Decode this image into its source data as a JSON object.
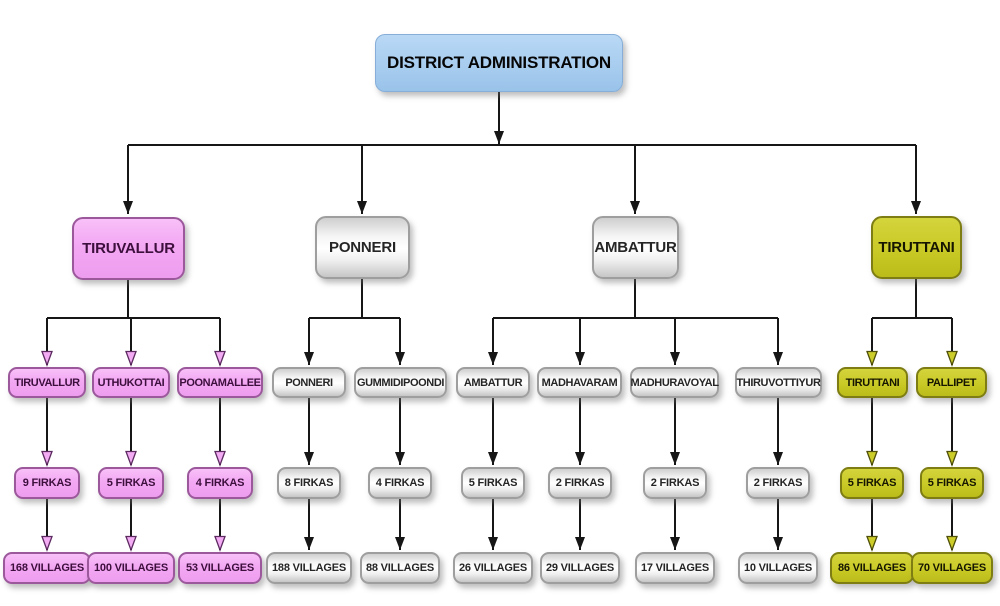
{
  "root": {
    "label": "DISTRICT ADMINISTRATION"
  },
  "colors": {
    "root_fill": "#a8cdef",
    "pink_fill": "#f3a8f3",
    "gray_fill": "#efefef",
    "yellow_fill": "#c8c825",
    "line": "#161616"
  },
  "branches": [
    {
      "name": "TIRUVALLUR",
      "scheme": "pink",
      "taluks": [
        {
          "name": "TIRUVALLUR",
          "firkas": "9 FIRKAS",
          "villages": "168 VILLAGES"
        },
        {
          "name": "UTHUKOTTAI",
          "firkas": "5 FIRKAS",
          "villages": "100 VILLAGES"
        },
        {
          "name": "POONAMALLEE",
          "firkas": "4 FIRKAS",
          "villages": "53 VILLAGES"
        }
      ]
    },
    {
      "name": "PONNERI",
      "scheme": "gray",
      "taluks": [
        {
          "name": "PONNERI",
          "firkas": "8 FIRKAS",
          "villages": "188 VILLAGES"
        },
        {
          "name": "GUMMIDIPOONDI",
          "firkas": "4 FIRKAS",
          "villages": "88 VILLAGES"
        }
      ]
    },
    {
      "name": "AMBATTUR",
      "scheme": "gray",
      "taluks": [
        {
          "name": "AMBATTUR",
          "firkas": "5 FIRKAS",
          "villages": "26 VILLAGES"
        },
        {
          "name": "MADHAVARAM",
          "firkas": "2 FIRKAS",
          "villages": "29 VILLAGES"
        },
        {
          "name": "MADHURAVOYAL",
          "firkas": "2 FIRKAS",
          "villages": "17 VILLAGES"
        },
        {
          "name": "THIRUVOTTIYUR",
          "firkas": "2 FIRKAS",
          "villages": "10 VILLAGES"
        }
      ]
    },
    {
      "name": "TIRUTTANI",
      "scheme": "yellow",
      "taluks": [
        {
          "name": "TIRUTTANI",
          "firkas": "5 FIRKAS",
          "villages": "86 VILLAGES"
        },
        {
          "name": "PALLIPET",
          "firkas": "5 FIRKAS",
          "villages": "70 VILLAGES"
        }
      ]
    }
  ]
}
